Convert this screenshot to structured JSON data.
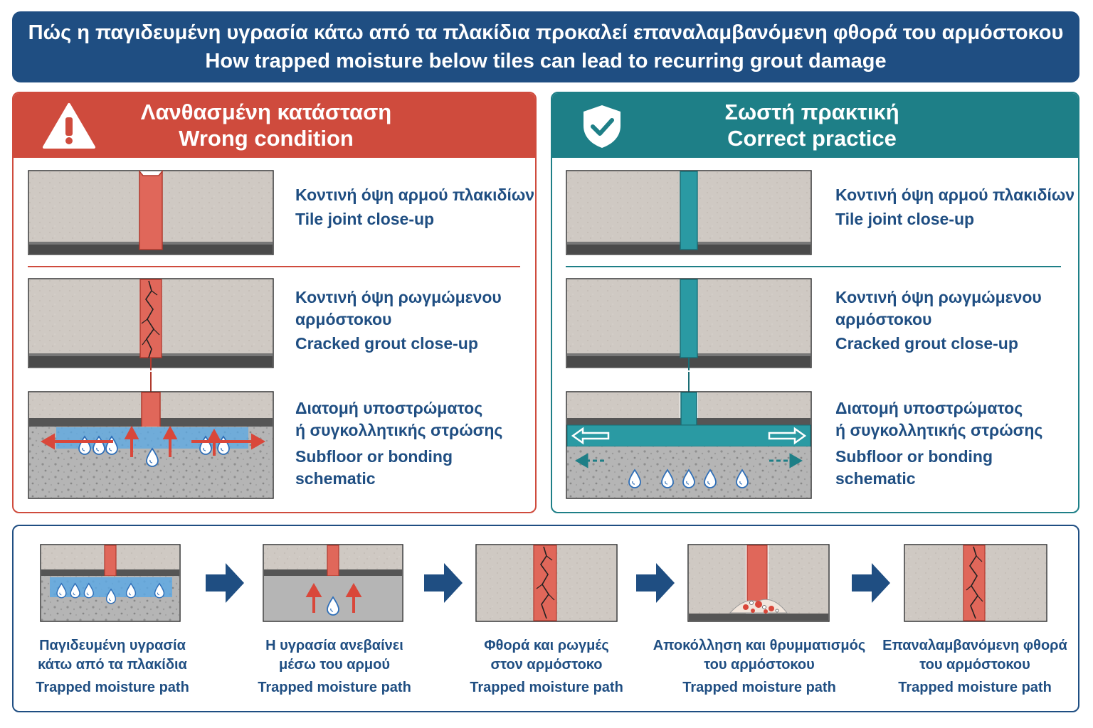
{
  "header": {
    "title_el": "Πώς η παγιδευμένη υγρασία κάτω από τα πλακίδια προκαλεί επαναλαμβανόμενη φθορά του αρμόστοκου",
    "title_en": "How trapped moisture below tiles can lead to recurring grout damage"
  },
  "wrong": {
    "title_el": "Λανθασμένη κατάσταση",
    "title_en": "Wrong condition",
    "icon": "warning-triangle-icon",
    "accent": "#cf4b3d",
    "rows": [
      {
        "el": "Κοντινή όψη αρμού πλακιδίων",
        "en": "Tile joint close-up"
      },
      {
        "el1": "Κοντινή όψη ρωγμώμενου",
        "el2": "αρμόστοκου",
        "en": "Cracked grout close-up"
      },
      {
        "el1": "Διατομή υποστρώματος",
        "el2": "ή συγκολλητικής στρώσης",
        "en1": "Subfloor or bonding",
        "en2": "schematic"
      }
    ]
  },
  "right": {
    "title_el": "Σωστή πρακτική",
    "title_en": "Correct practice",
    "icon": "shield-check-icon",
    "accent": "#1e7f87",
    "rows": [
      {
        "el": "Κοντινή όψη αρμού πλακιδίων",
        "en": "Tile joint close-up"
      },
      {
        "el1": "Κοντινή όψη ρωγμώμενου",
        "el2": "αρμόστοκου",
        "en": "Cracked grout close-up"
      },
      {
        "el1": "Διατομή υποστρώματος",
        "el2": "ή συγκολλητικής στρώσης",
        "en1": "Subfloor or bonding",
        "en2": "schematic"
      }
    ]
  },
  "steps": [
    {
      "el1": "Παγιδευμένη υγρασία",
      "el2": "κάτω από τα πλακίδια",
      "en": "Trapped moisture path"
    },
    {
      "el1": "Η υγρασία ανεβαίνει",
      "el2": "μέσω του αρμού",
      "en": "Trapped moisture path"
    },
    {
      "el1": "Φθορά και ρωγμές",
      "el2": "στον αρμόστοκο",
      "en": "Trapped moisture path"
    },
    {
      "el1": "Αποκόλληση και θρυμματισμός",
      "el2": "του αρμόστοκου",
      "en": "Trapped moisture path"
    },
    {
      "el1": "Επαναλαμβανόμενη φθορά",
      "el2": "του αρμόστοκου",
      "en": "Trapped moisture path"
    }
  ],
  "colors": {
    "navy": "#1f4e82",
    "red": "#cf4b3d",
    "teal": "#1e7f87",
    "tile": "#cdc7c1",
    "water": "#5aa9e6"
  }
}
